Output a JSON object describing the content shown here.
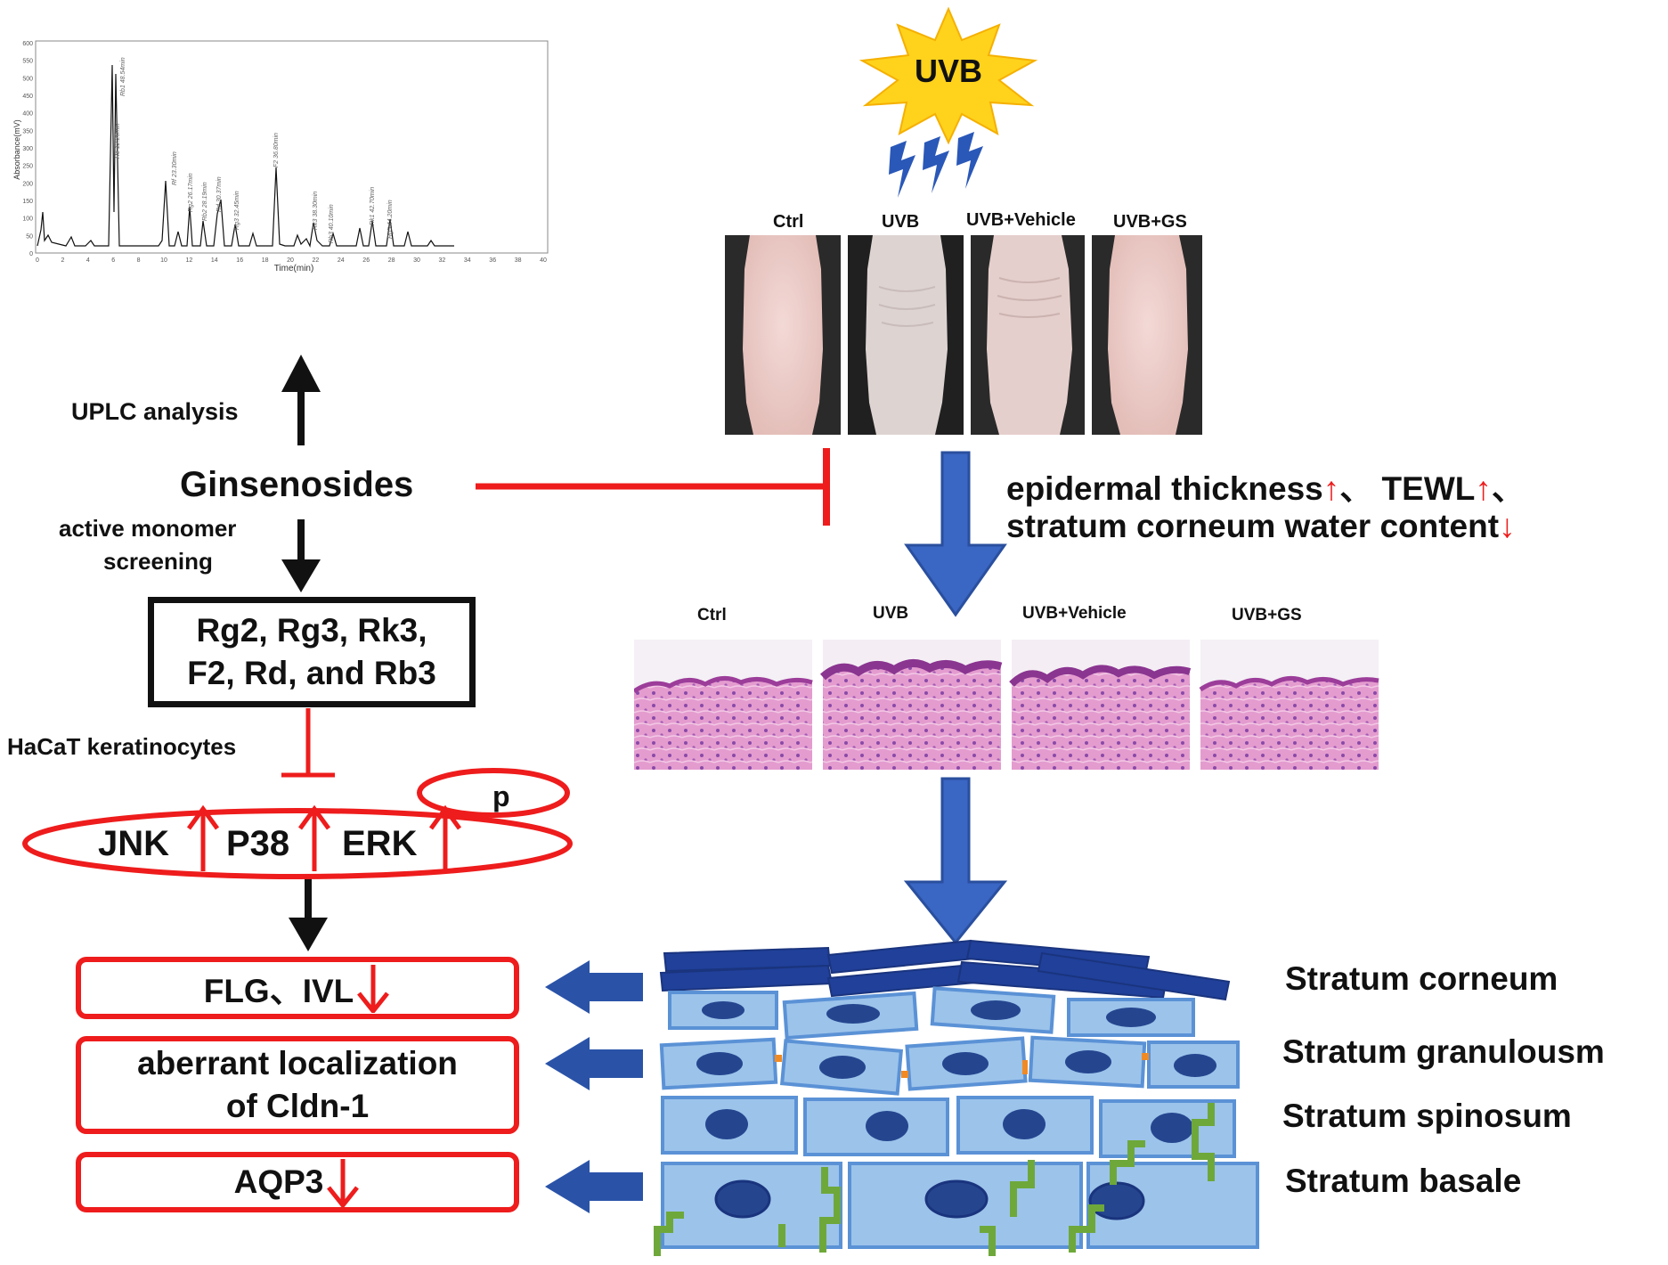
{
  "uplc": {
    "ylabel": "Absorbance(mV)",
    "xlabel": "Time(min)",
    "x_ticks": [
      "0",
      "2",
      "4",
      "6",
      "8",
      "10",
      "12",
      "14",
      "16",
      "18",
      "20",
      "22",
      "24",
      "26",
      "28",
      "30",
      "32",
      "34",
      "36",
      "38",
      "40"
    ],
    "y_ticks": [
      "0",
      "50",
      "100",
      "150",
      "200",
      "250",
      "300",
      "350",
      "400",
      "450",
      "500",
      "550",
      "600"
    ]
  },
  "flow": {
    "uplc_label": "UPLC analysis",
    "ginsenosides": "Ginsenosides",
    "screening_line1": "active monomer",
    "screening_line2": "screening",
    "monomers_line1": "Rg2, Rg3, Rk3,",
    "monomers_line2": "F2, Rd, and Rb3",
    "hacat": "HaCaT keratinocytes",
    "p_label": "p",
    "mapk": [
      "JNK",
      "P38",
      "ERK"
    ],
    "flg_ivl": "FLG、IVL",
    "cldn_line1": "aberrant localization",
    "cldn_line2": "of Cldn-1",
    "aqp3": "AQP3"
  },
  "uvb": {
    "label": "UVB",
    "photo_groups": [
      "Ctrl",
      "UVB",
      "UVB+Vehicle",
      "UVB+GS"
    ],
    "histo_groups": [
      "Ctrl",
      "UVB",
      "UVB+Vehicle",
      "UVB+GS"
    ]
  },
  "effects": {
    "line1_a": "epidermal thickness",
    "line1_b": "、 TEWL",
    "line1_c": "、",
    "line2": "stratum corneum water content"
  },
  "layers": [
    "Stratum corneum",
    "Stratum granulousm",
    "Stratum spinosum",
    "Stratum basale"
  ],
  "colors": {
    "red": "#ee1c1c",
    "blue_arrow": "#3a66c4",
    "corneum": "#20409a",
    "cell": "#9cc3ea",
    "nucleus": "#25468f"
  }
}
